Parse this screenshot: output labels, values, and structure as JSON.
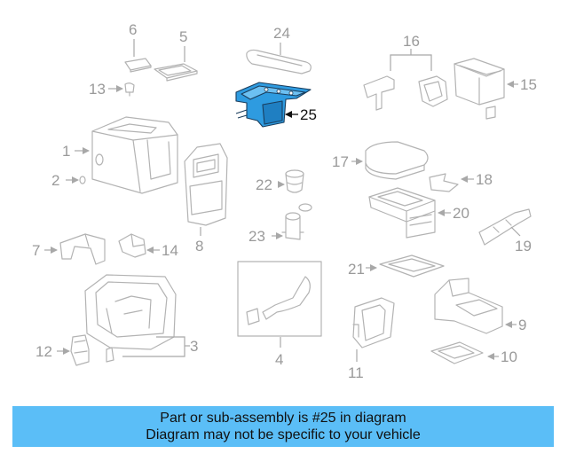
{
  "callouts": {
    "n1": "1",
    "n2": "2",
    "n3": "3",
    "n4": "4",
    "n5": "5",
    "n6": "6",
    "n7": "7",
    "n8": "8",
    "n9": "9",
    "n10": "10",
    "n11": "11",
    "n12": "12",
    "n13": "13",
    "n14": "14",
    "n15": "15",
    "n16": "16",
    "n17": "17",
    "n18": "18",
    "n19": "19",
    "n20": "20",
    "n21": "21",
    "n22": "22",
    "n23": "23",
    "n24": "24",
    "n25": "25"
  },
  "highlight": {
    "part_number": "25",
    "color": "#2e9be0"
  },
  "banner": {
    "line1": "Part or sub-assembly is #25 in diagram",
    "line2": "Diagram may not be specific to your vehicle",
    "background": "#5bbef7"
  }
}
